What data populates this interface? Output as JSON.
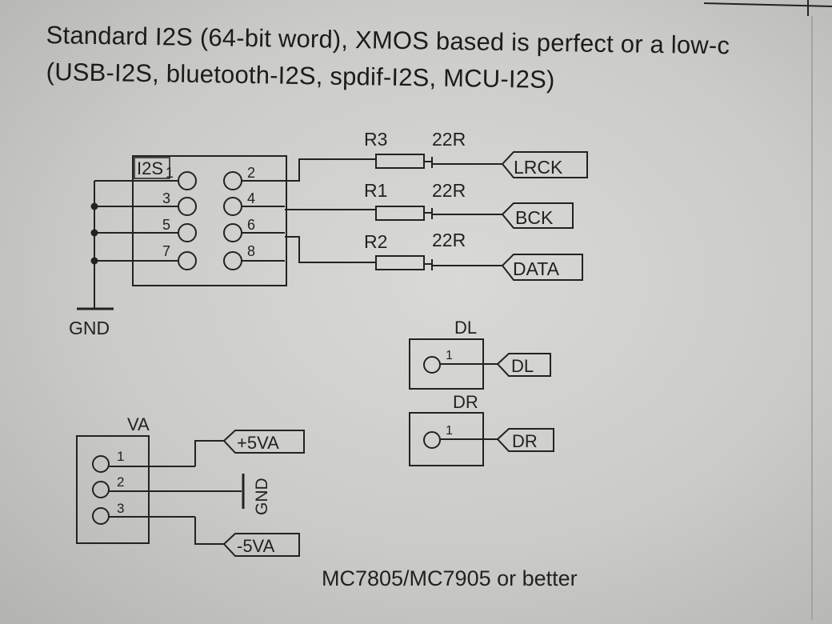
{
  "caption": {
    "line1": "Standard I2S (64-bit word), XMOS based is perfect or a low-c",
    "line2": "(USB-I2S, bluetooth-I2S, spdif-I2S, MCU-I2S)"
  },
  "i2s_header": {
    "label": "I2S",
    "left_pins": [
      "1",
      "3",
      "5",
      "7"
    ],
    "right_pins": [
      "2",
      "4",
      "6",
      "8"
    ]
  },
  "gnd_label": "GND",
  "resistors": [
    {
      "ref": "R3",
      "value": "22R",
      "net": "LRCK"
    },
    {
      "ref": "R1",
      "value": "22R",
      "net": "BCK"
    },
    {
      "ref": "R2",
      "value": "22R",
      "net": "DATA"
    }
  ],
  "dl_connector": {
    "label": "DL",
    "pin": "1",
    "net": "DL"
  },
  "dr_connector": {
    "label": "DR",
    "pin": "1",
    "net": "DR"
  },
  "va_connector": {
    "label": "VA",
    "pins": [
      "1",
      "2",
      "3"
    ],
    "pos_net": "+5VA",
    "gnd_net": "GND",
    "neg_net": "-5VA"
  },
  "bottom_note": "MC7805/MC7905 or better"
}
